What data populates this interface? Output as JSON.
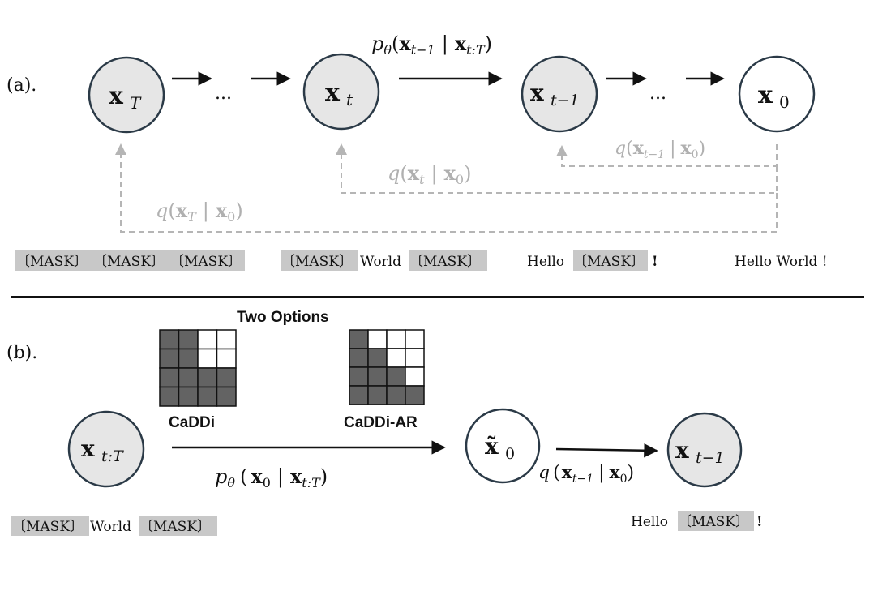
{
  "panel_a": {
    "label": "(a).",
    "nodes": {
      "xT": {
        "main": "x",
        "sub": "T"
      },
      "xt": {
        "main": "x",
        "sub": "t"
      },
      "xtm1": {
        "main": "x",
        "sub": "t−1"
      },
      "x0": {
        "main": "x",
        "sub": "0"
      }
    },
    "ellipsis": "...",
    "p_label": {
      "pre": "p",
      "theta": "θ",
      "open": "(",
      "x1": "x",
      "s1": "t−1",
      "bar": "|",
      "x2": "x",
      "s2": "t:T",
      "close": ")"
    },
    "q_labels": {
      "tm1": {
        "q": "q",
        "open": "(",
        "x1": "x",
        "s1": "t−1",
        "bar": "|",
        "x2": "x",
        "s2": "0",
        "close": ")"
      },
      "t": {
        "q": "q",
        "open": "(",
        "x1": "x",
        "s1": "t",
        "bar": "|",
        "x2": "x",
        "s2": "0",
        "close": ")"
      },
      "T": {
        "q": "q",
        "open": "(",
        "x1": "x",
        "s1": "T",
        "bar": "|",
        "x2": "x",
        "s2": "0",
        "close": ")"
      }
    },
    "sequences": {
      "s1": [
        "〔MASK〕",
        "〔MASK〕",
        "〔MASK〕"
      ],
      "s2_mask1": "〔MASK〕",
      "s2_word": "World",
      "s2_mask2": "〔MASK〕",
      "s3_word": "Hello",
      "s3_mask": "〔MASK〕",
      "s3_bang": "!",
      "s4": "Hello World !"
    }
  },
  "panel_b": {
    "label": "(b).",
    "options_title": "Two Options",
    "grid_left_label": "CaDDi",
    "grid_right_label": "CaDDi-AR",
    "nodes": {
      "xtT": {
        "main": "x",
        "sub": "t:T"
      },
      "x0tilde": {
        "main": "x̃",
        "sub": "0"
      },
      "xtm1": {
        "main": "x",
        "sub": "t−1"
      }
    },
    "p_label": {
      "pre": "p",
      "theta": "θ",
      "open": "(",
      "x1": "x",
      "s1": "0",
      "bar": "|",
      "x2": "x",
      "s2": "t:T",
      "close": ")"
    },
    "q_label": {
      "q": "q",
      "open": "(",
      "x1": "x",
      "s1": "t−1",
      "bar": "|",
      "x2": "x",
      "s2": "0",
      "close": ")"
    },
    "sequences": {
      "left_mask1": "〔MASK〕",
      "left_word": "World",
      "left_mask2": "〔MASK〕",
      "right_word": "Hello",
      "right_mask": "〔MASK〕",
      "right_bang": "!"
    }
  },
  "colors": {
    "node_fill": "#e6e6e6",
    "node_stroke": "#2b3a47",
    "dashed_gray": "#b5b5b5",
    "grid_dark": "#636363",
    "mask_highlight": "#c8c8c8"
  }
}
